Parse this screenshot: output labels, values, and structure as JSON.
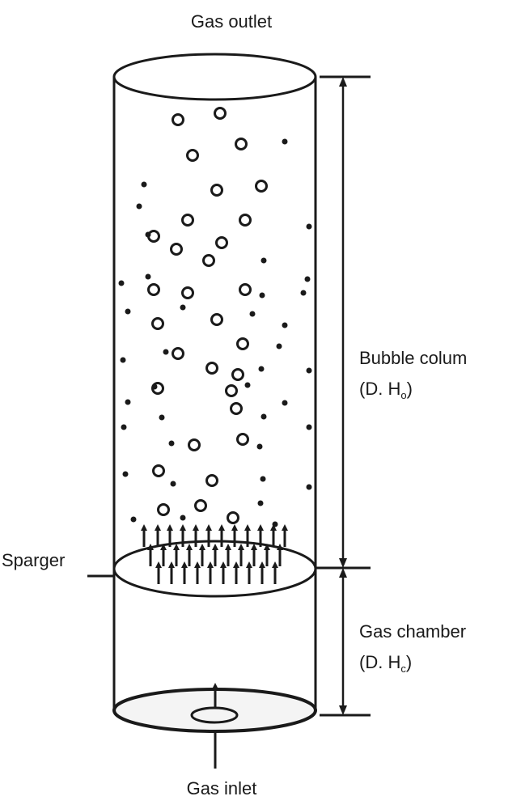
{
  "labels": {
    "gas_outlet": "Gas outlet",
    "bubble_column": "Bubble colum",
    "bubble_column_dim_prefix": "(D. H",
    "bubble_column_dim_sub": "o",
    "bubble_column_dim_suffix": ")",
    "sparger": "Sparger",
    "gas_chamber": "Gas chamber",
    "gas_chamber_dim_prefix": "(D. H",
    "gas_chamber_dim_sub": "c",
    "gas_chamber_dim_suffix": ")",
    "gas_inlet": "Gas inlet"
  },
  "colors": {
    "ink": "#1a1a1a",
    "background": "#ffffff"
  }
}
